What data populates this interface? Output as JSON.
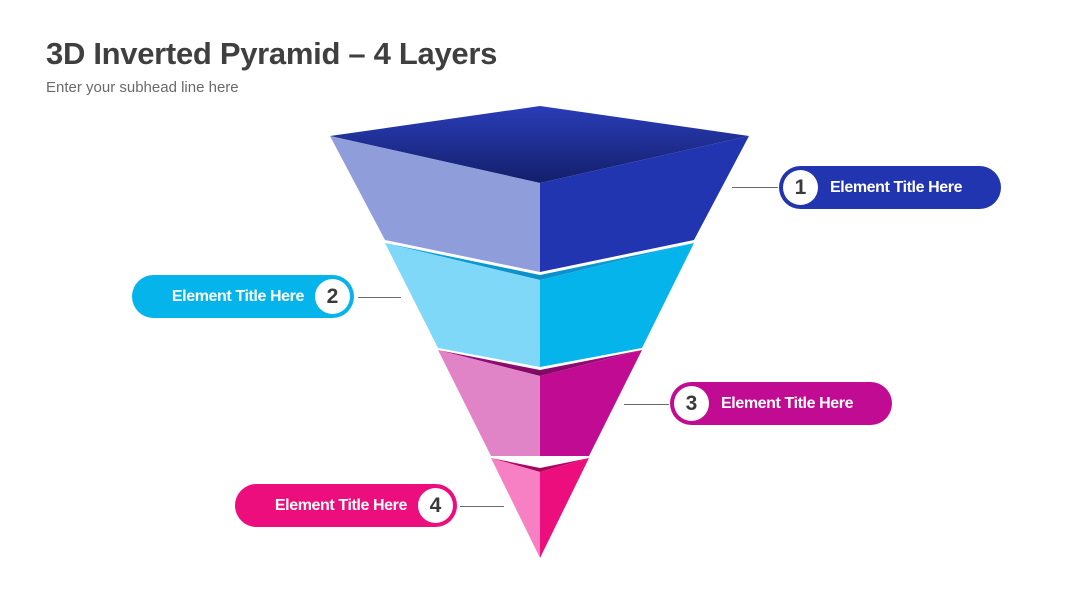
{
  "header": {
    "title": "3D Inverted Pyramid – 4 Layers",
    "subtitle": "Enter your subhead line here"
  },
  "layers": [
    {
      "number": "1",
      "label": "Element Title Here",
      "color": "#2135b1",
      "light": "#8f9ddb",
      "side": "right"
    },
    {
      "number": "2",
      "label": "Element Title Here",
      "color": "#06b4ec",
      "light": "#7fd8f8",
      "side": "left"
    },
    {
      "number": "3",
      "label": "Element Title Here",
      "color": "#c10b92",
      "light": "#e184c7",
      "side": "right"
    },
    {
      "number": "4",
      "label": "Element Title Here",
      "color": "#ec0e7c",
      "light": "#f77fc3",
      "side": "left"
    }
  ]
}
